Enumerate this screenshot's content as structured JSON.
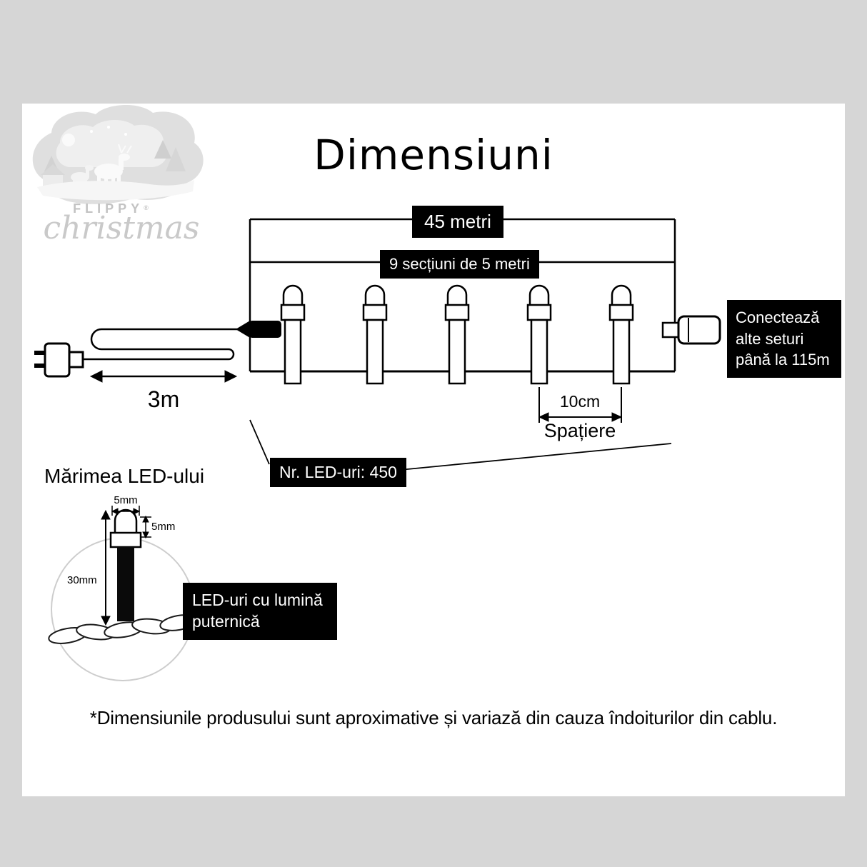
{
  "header": {
    "title": "Dimensiuni"
  },
  "logo": {
    "name": "FLIPPY",
    "reg": "®",
    "script": "christmas"
  },
  "diagram": {
    "total_length": "45 metri",
    "sections": "9 secțiuni de 5 metri",
    "connect_note": "Conectează alte seturi până la 115m",
    "lead_length": "3m",
    "spacing_value": "10cm",
    "spacing_label": "Spațiere",
    "led_count": "Nr. LED-uri: 450"
  },
  "led_detail": {
    "title": "Mărimea LED-ului",
    "width": "5mm",
    "tip_height": "5mm",
    "body_length": "30mm",
    "callout": "LED-uri cu lumină puternică"
  },
  "footer": {
    "note": "*Dimensiunile produsului sunt aproximative și variază din cauza îndoiturilor din cablu."
  },
  "colors": {
    "frame": "#d6d6d6",
    "panel": "#ffffff",
    "label_bg": "#000000",
    "label_fg": "#ffffff",
    "ink": "#000000",
    "logo_gray": "#c9c9c9"
  }
}
